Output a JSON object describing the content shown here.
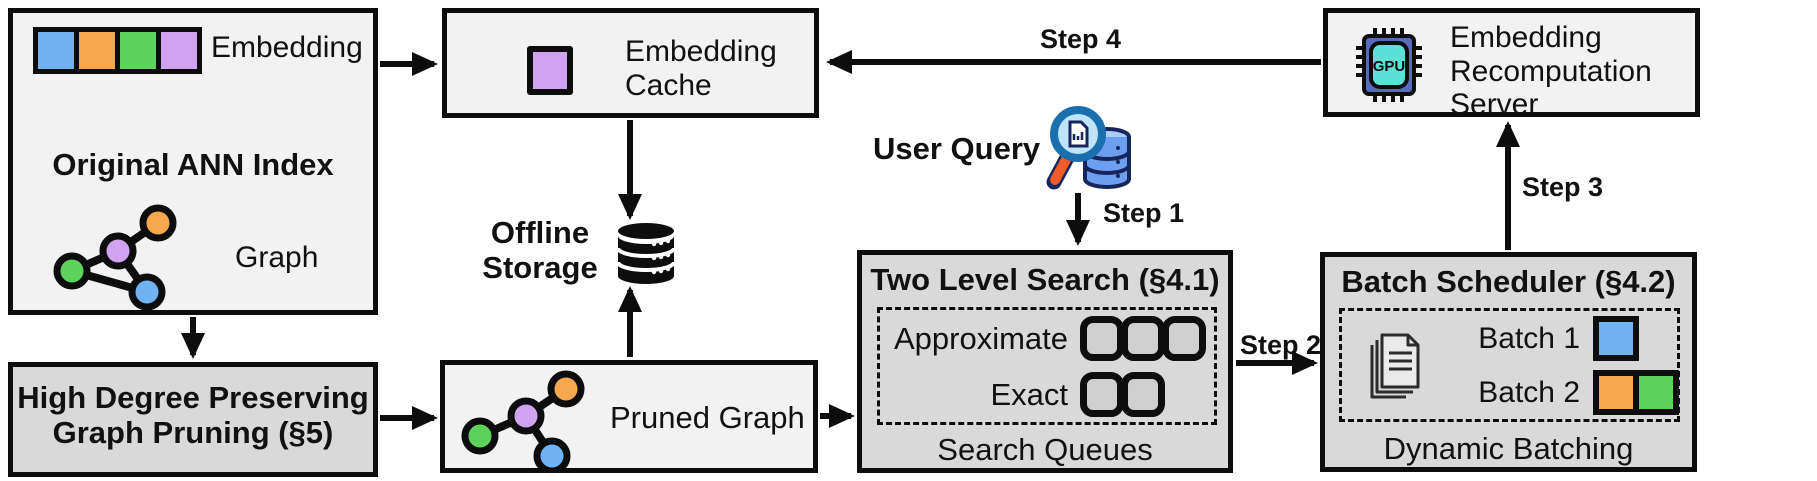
{
  "diagram": {
    "ann_index": {
      "title": "Original ANN Index",
      "embedding_label": "Embedding",
      "graph_label": "Graph"
    },
    "embedding_cache": {
      "title": "Embedding Cache"
    },
    "recomputation_server": {
      "title": "Embedding Recomputation Server",
      "gpu_label": "GPU"
    },
    "offline_storage": {
      "label": "Offline Storage"
    },
    "user_query": {
      "label": "User Query"
    },
    "high_degree_pruning": {
      "title": "High Degree Preserving Graph Pruning (§5)"
    },
    "pruned_graph": {
      "title": "Pruned Graph"
    },
    "two_level_search": {
      "title": "Two Level Search (§4.1)",
      "approximate_label": "Approximate",
      "exact_label": "Exact",
      "approximate_queue_slots": 3,
      "exact_queue_slots": 2,
      "caption": "Search Queues"
    },
    "batch_scheduler": {
      "title": "Batch Scheduler (§4.2)",
      "batch1_label": "Batch 1",
      "batch2_label": "Batch 2",
      "caption": "Dynamic Batching"
    },
    "steps": {
      "step1": "Step 1",
      "step2": "Step 2",
      "step3": "Step 3",
      "step4": "Step 4"
    },
    "colors": {
      "blue": "#6fb3f2",
      "orange": "#f7a84e",
      "green": "#5ed35c",
      "purple": "#cfa3f0",
      "light_box": "#f2f2f2",
      "dark_box": "#d9d9d9",
      "chip_body": "#5a6abf",
      "chip_core": "#5fe0d6",
      "query_handle": "#f15a29",
      "query_db": "#6d9ef0"
    }
  }
}
